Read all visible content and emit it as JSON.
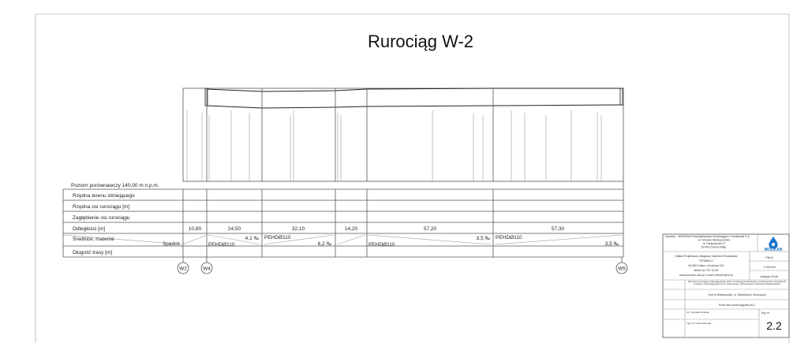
{
  "title": "Rurociąg W-2",
  "table": {
    "reference_level": "Poziom porównawczy 140,00 m n.p.m.",
    "rows": [
      "Rzędna terenu istniejącego",
      "Rzędna osi rurociągu [m]",
      "Zagłębienie osi rurociągu",
      "Odległości [m]",
      "Średnice, materiał",
      "Długość trasy [m]"
    ],
    "slope_label": "Spadek",
    "distances": [
      "10,80",
      "24,50",
      "32,10",
      "14,20",
      "57,20",
      "57,30"
    ],
    "pipe": "PEHDØ110",
    "slopes": [
      "4,1 ‰",
      "6,2 ‰",
      "3,5 ‰",
      "3,5 ‰"
    ]
  },
  "nodes": [
    "W2",
    "W4",
    "W5"
  ],
  "title_block": {
    "investor_label": "Inwestor:",
    "investor": [
      "WODKAN Przedsiębiorstwo Wodociągów i Kanalizacji S.A.",
      "w Ostrowie Wielkopolskim",
      "ul. Partyzancka 27",
      "63-400 Ostrów Wlkp."
    ],
    "logo": "WODKAN",
    "designer": [
      "Zakład Projektowo-Usługowy Inżynierii Środowiska",
      "\"PRIMEKO\"",
      "62-800 Kalisz, ul.Łódzka 210",
      "tel/fax 62 767 02 63",
      "www.primeko.com.pl    e-mail: primeko@o2.pl"
    ],
    "stage": "PB-W",
    "scale": "1:100/100",
    "date": "Listopad 2016r.",
    "object": "Wymiana rurociągu wodociągowego wraz z budową przebudową i przełączeniem istniejących przyłączy wodociągowych w ul. Świerkowej i Wrzosowej w Ostrowie Wielkopolskim",
    "address": "Ostr w Wielkopolski, ul. Świerkowa i Wrzosowa",
    "drawing": "Profil sieci wodociągowej W-2",
    "designer_name": "inż. Jarosław Dziubek",
    "checker_name": "mgr inż. Kamil Wieczak",
    "drawing_no_label": "Rys nr",
    "drawing_no": "2.2"
  }
}
